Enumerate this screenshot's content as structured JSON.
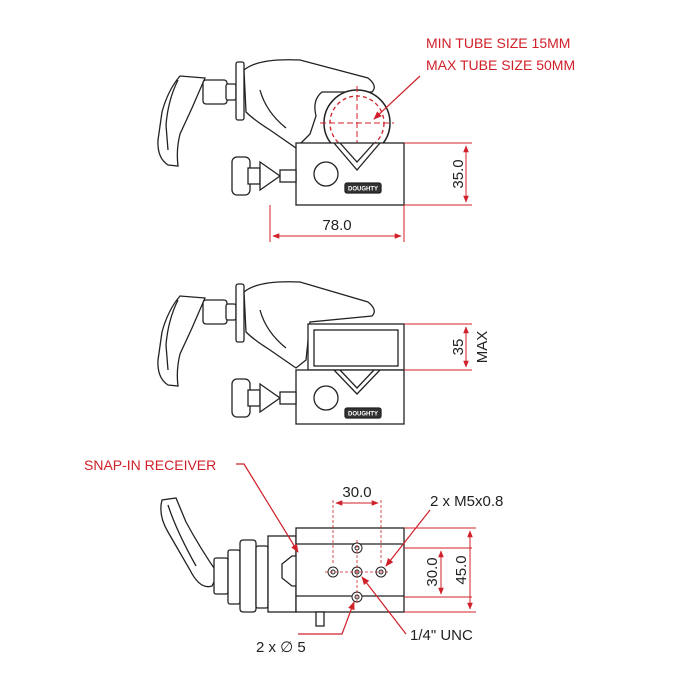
{
  "top_view": {
    "min_tube_note": "MIN TUBE SIZE 15MM",
    "max_tube_note": "MAX TUBE SIZE 50MM",
    "height_dim": "35.0",
    "width_dim": "78.0",
    "brand": "DOUGHTY"
  },
  "middle_view": {
    "opening_dim": "35",
    "opening_suffix": "MAX",
    "brand": "DOUGHTY"
  },
  "bottom_view": {
    "receiver_note": "SNAP-IN RECEIVER",
    "hole_spacing_dim": "30.0",
    "m5_note": "2 x M5x0.8",
    "vert_spacing_dim": "30.0",
    "block_height_dim": "45.0",
    "dowel_note": "2 x ∅ 5",
    "unc_note": "1/4\" UNC"
  },
  "colors": {
    "annotation": "#d0202a",
    "line": "#222222",
    "body_fill": "#ffffff"
  }
}
